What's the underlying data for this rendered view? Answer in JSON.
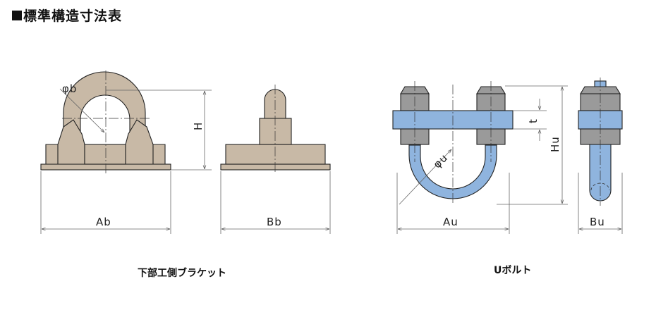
{
  "title": "標準構造寸法表",
  "captions": {
    "bracket": "下部工側ブラケット",
    "ubolt": "Uボルト"
  },
  "dimensions": {
    "phi_b": "φb",
    "H": "H",
    "Ab": "Ab",
    "Bb": "Bb",
    "t": "t",
    "Hu": "Hu",
    "phi_u": "φu",
    "Au": "Au",
    "Bu": "Bu"
  },
  "colors": {
    "bracket": "#c8b9a6",
    "bolt": "#8fb4de",
    "nut": "#9a9a9a"
  }
}
